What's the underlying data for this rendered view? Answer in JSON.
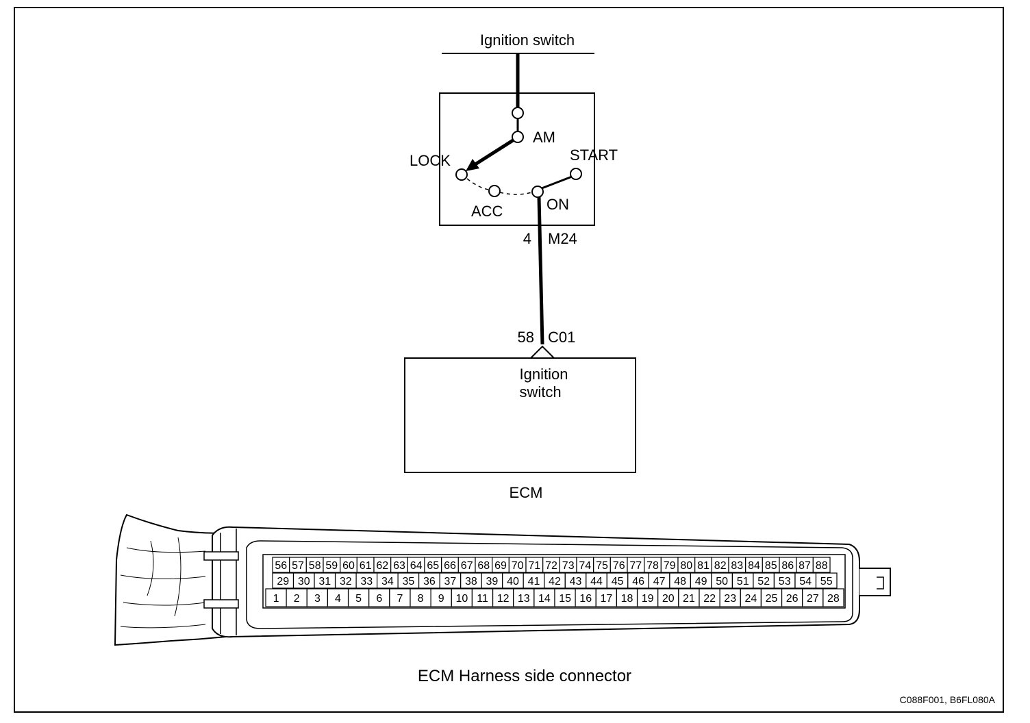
{
  "diagram": {
    "top_label": "Ignition switch",
    "switch_positions": {
      "am": "AM",
      "lock": "LOCK",
      "start": "START",
      "acc": "ACC",
      "on": "ON"
    },
    "upper_connector": {
      "pin": "4",
      "name": "M24"
    },
    "lower_connector": {
      "pin": "58",
      "name": "C01"
    },
    "ecm_box": {
      "line1": "Ignition",
      "line2": "switch"
    },
    "ecm_label": "ECM",
    "connector_caption": "ECM Harness side connector",
    "reference_code": "C088F001, B6FL080A"
  },
  "connector_rows": {
    "top": [
      "56",
      "57",
      "58",
      "59",
      "60",
      "61",
      "62",
      "63",
      "64",
      "65",
      "66",
      "67",
      "68",
      "69",
      "70",
      "71",
      "72",
      "73",
      "74",
      "75",
      "76",
      "77",
      "78",
      "79",
      "80",
      "81",
      "82",
      "83",
      "84",
      "85",
      "86",
      "87",
      "88"
    ],
    "middle": [
      "29",
      "30",
      "31",
      "32",
      "33",
      "34",
      "35",
      "36",
      "37",
      "38",
      "39",
      "40",
      "41",
      "42",
      "43",
      "44",
      "45",
      "46",
      "47",
      "48",
      "49",
      "50",
      "51",
      "52",
      "53",
      "54",
      "55"
    ],
    "bottom": [
      "1",
      "2",
      "3",
      "4",
      "5",
      "6",
      "7",
      "8",
      "9",
      "10",
      "11",
      "12",
      "13",
      "14",
      "15",
      "16",
      "17",
      "18",
      "19",
      "20",
      "21",
      "22",
      "23",
      "24",
      "25",
      "26",
      "27",
      "28"
    ]
  }
}
